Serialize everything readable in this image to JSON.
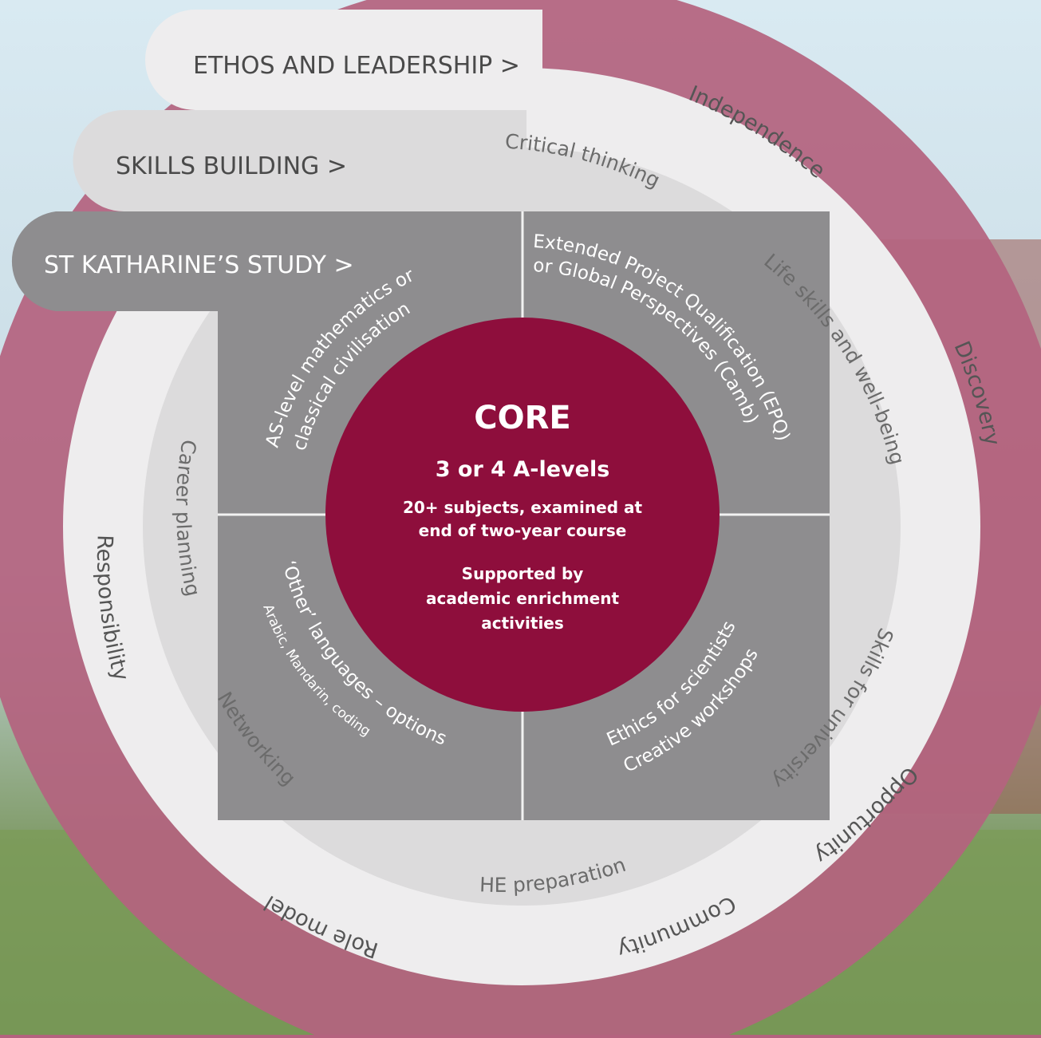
{
  "colors": {
    "ring_outer": "#b4637f",
    "band_ethos": "#eeedee",
    "band_skills": "#dcdbdc",
    "band_study": "#8e8d8f",
    "core": "#8e0e3c",
    "divider": "#f2f2f2"
  },
  "tabs": {
    "ethos": "ETHOS AND LEADERSHIP >",
    "skills": "SKILLS BUILDING >",
    "study": "ST KATHARINE’S STUDY >"
  },
  "core": {
    "title": "CORE",
    "subtitle": "3 or 4 A-levels",
    "line1": "20+ subjects, examined at",
    "line2": "end of two-year course",
    "line3": "Supported by",
    "line4": "academic enrichment",
    "line5": "activities"
  },
  "study_quadrants": {
    "top_left_1": "AS-level mathematics or",
    "top_left_2": "classical civilisation",
    "top_right_1": "Extended Project Qualification (EPQ)",
    "top_right_2": "or Global Perspectives (Camb)",
    "bottom_left_1": "‘Other’ languages – options",
    "bottom_left_2": "Arabic, Mandarin, coding",
    "bottom_right_1": "Ethics for scientists",
    "bottom_right_2": "Creative workshops"
  },
  "skills_ring": {
    "critical": "Critical thinking",
    "life": "Life skills and well-being",
    "university": "Skills for university",
    "he": "HE preparation",
    "networking": "Networking",
    "career": "Career planning"
  },
  "ethos_ring": {
    "independence": "Independence",
    "discovery": "Discovery",
    "opportunity": "Opportunity",
    "community": "Community",
    "role_model": "Role model",
    "responsibility": "Responsibility"
  }
}
